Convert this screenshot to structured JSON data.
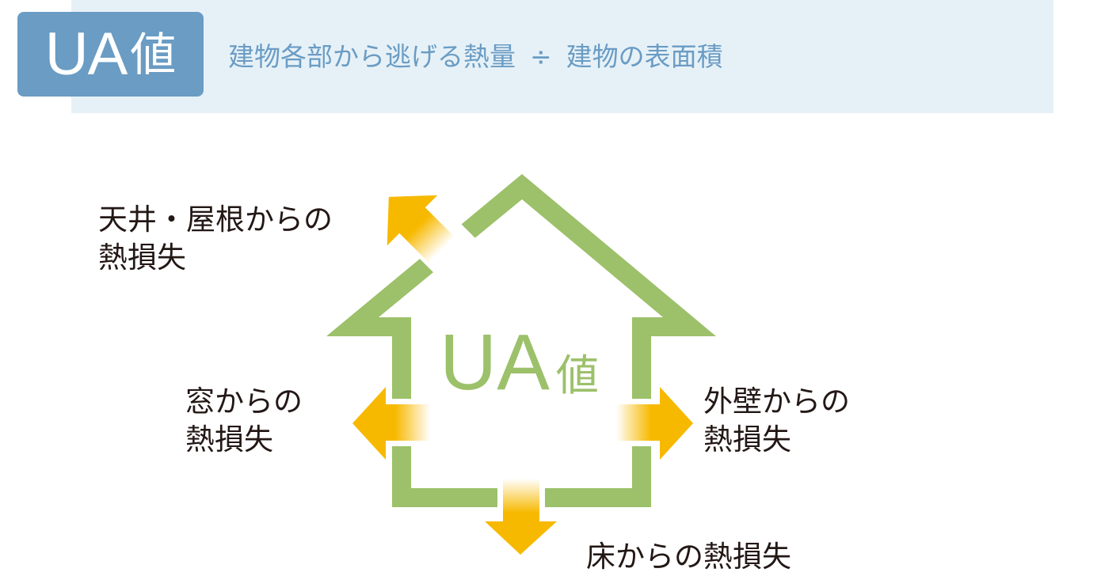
{
  "header": {
    "badge_ua": "UA",
    "badge_kanji": "値",
    "formula_numerator": "建物各部から逃げる熱量",
    "formula_operator": "÷",
    "formula_denominator": "建物の表面積"
  },
  "diagram": {
    "center_ua": "UA",
    "center_kanji": "値",
    "labels": {
      "roof_line1": "天井・屋根からの",
      "roof_line2": "熱損失",
      "window_line1": "窓からの",
      "window_line2": "熱損失",
      "wall_line1": "外壁からの",
      "wall_line2": "熱損失",
      "floor": "床からの熱損失"
    },
    "colors": {
      "house": "#9cc16a",
      "arrow": "#f7b900",
      "accent": "#6a9cc4",
      "band": "#e6f1f7"
    }
  }
}
